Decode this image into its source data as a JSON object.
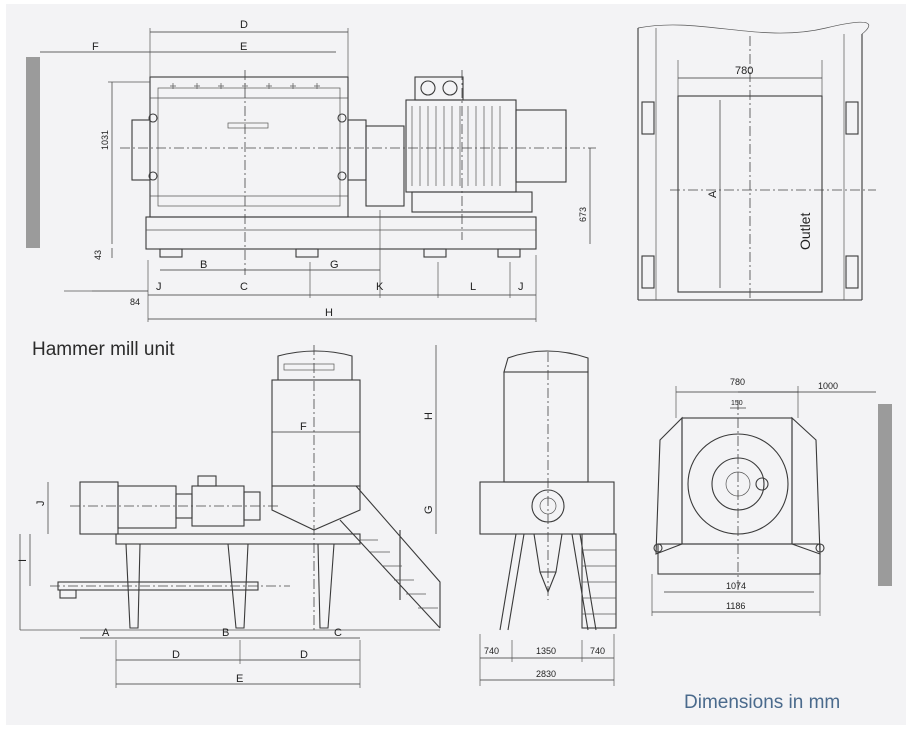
{
  "colors": {
    "background": "#f3f3f5",
    "line": "#3a3a3a",
    "wall": "#9b9b9b",
    "accent": "#4a6a8c"
  },
  "top_left": {
    "labels": {
      "d": "D",
      "e": "E",
      "f": "F",
      "b": "B",
      "g": "G",
      "j1": "J",
      "c": "C",
      "k": "K",
      "l": "L",
      "j2": "J",
      "h": "H"
    },
    "dims": {
      "height": "1031",
      "axis": "673",
      "foot": "43",
      "offset": "84"
    }
  },
  "top_right": {
    "width": "780",
    "a": "A",
    "outlet": "Outlet"
  },
  "caption": "Hammer mill unit",
  "bottom_left": {
    "labels": {
      "f": "F",
      "h": "H",
      "j": "J",
      "g": "G",
      "i": "I",
      "a": "A",
      "b": "B",
      "c": "C",
      "d1": "D",
      "d2": "D",
      "e": "E"
    }
  },
  "bottom_mid": {
    "dims": {
      "left": "740",
      "mid": "1350",
      "right": "740",
      "total": "2830"
    }
  },
  "bottom_right": {
    "dims": {
      "width": "780",
      "offset": "1000",
      "small": "150",
      "base": "1074",
      "total": "1186"
    }
  },
  "units_note": "Dimensions in mm"
}
